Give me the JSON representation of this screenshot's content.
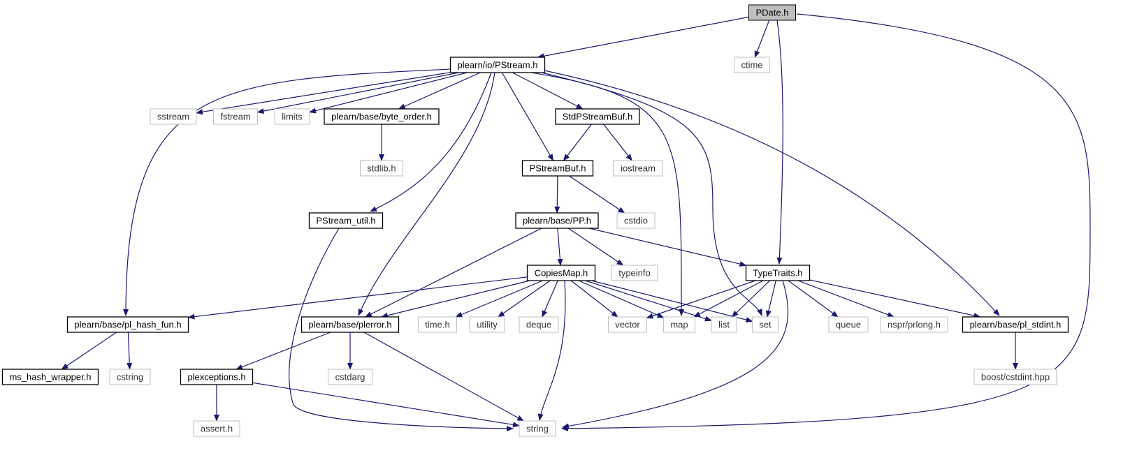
{
  "graph": {
    "colors": {
      "edge": "#191970",
      "root_fill": "#bfbfbf",
      "node_border": "#000000",
      "external_border": "#bfbfbf"
    },
    "nodes": [
      {
        "id": "pdate",
        "label": "PDate.h",
        "kind": "root"
      },
      {
        "id": "pstream",
        "label": "plearn/io/PStream.h",
        "kind": "project"
      },
      {
        "id": "ctime",
        "label": "ctime",
        "kind": "external"
      },
      {
        "id": "sstream",
        "label": "sstream",
        "kind": "external"
      },
      {
        "id": "fstream",
        "label": "fstream",
        "kind": "external"
      },
      {
        "id": "limits",
        "label": "limits",
        "kind": "external"
      },
      {
        "id": "byte_order",
        "label": "plearn/base/byte_order.h",
        "kind": "project"
      },
      {
        "id": "stdpsb",
        "label": "StdPStreamBuf.h",
        "kind": "project"
      },
      {
        "id": "stdlib",
        "label": "stdlib.h",
        "kind": "external"
      },
      {
        "id": "pstreambuf",
        "label": "PStreamBuf.h",
        "kind": "project"
      },
      {
        "id": "iostream",
        "label": "iostream",
        "kind": "external"
      },
      {
        "id": "pstream_util",
        "label": "PStream_util.h",
        "kind": "project"
      },
      {
        "id": "pp",
        "label": "plearn/base/PP.h",
        "kind": "project"
      },
      {
        "id": "cstdio",
        "label": "cstdio",
        "kind": "external"
      },
      {
        "id": "copiesmap",
        "label": "CopiesMap.h",
        "kind": "project"
      },
      {
        "id": "typeinfo",
        "label": "typeinfo",
        "kind": "external"
      },
      {
        "id": "typetraits",
        "label": "TypeTraits.h",
        "kind": "project"
      },
      {
        "id": "hash_fun",
        "label": "plearn/base/pl_hash_fun.h",
        "kind": "project"
      },
      {
        "id": "plerror",
        "label": "plearn/base/plerror.h",
        "kind": "project"
      },
      {
        "id": "time_h",
        "label": "time.h",
        "kind": "external"
      },
      {
        "id": "utility",
        "label": "utility",
        "kind": "external"
      },
      {
        "id": "deque",
        "label": "deque",
        "kind": "external"
      },
      {
        "id": "vector",
        "label": "vector",
        "kind": "external"
      },
      {
        "id": "map",
        "label": "map",
        "kind": "external"
      },
      {
        "id": "list",
        "label": "list",
        "kind": "external"
      },
      {
        "id": "set",
        "label": "set",
        "kind": "external"
      },
      {
        "id": "queue",
        "label": "queue",
        "kind": "external"
      },
      {
        "id": "prlong",
        "label": "nspr/prlong.h",
        "kind": "external"
      },
      {
        "id": "stdint",
        "label": "plearn/base/pl_stdint.h",
        "kind": "project"
      },
      {
        "id": "ms_hash",
        "label": "ms_hash_wrapper.h",
        "kind": "project"
      },
      {
        "id": "cstring",
        "label": "cstring",
        "kind": "external"
      },
      {
        "id": "plexceptions",
        "label": "plexceptions.h",
        "kind": "project"
      },
      {
        "id": "cstdarg",
        "label": "cstdarg",
        "kind": "external"
      },
      {
        "id": "boost_cstdint",
        "label": "boost/cstdint.hpp",
        "kind": "external"
      },
      {
        "id": "assert",
        "label": "assert.h",
        "kind": "external"
      },
      {
        "id": "string",
        "label": "string",
        "kind": "external"
      }
    ],
    "edges": [
      [
        "pdate",
        "pstream"
      ],
      [
        "pdate",
        "ctime"
      ],
      [
        "pdate",
        "typetraits"
      ],
      [
        "pdate",
        "string"
      ],
      [
        "pstream",
        "hash_fun"
      ],
      [
        "pstream",
        "sstream"
      ],
      [
        "pstream",
        "fstream"
      ],
      [
        "pstream",
        "limits"
      ],
      [
        "pstream",
        "byte_order"
      ],
      [
        "pstream",
        "pstream_util"
      ],
      [
        "pstream",
        "plerror"
      ],
      [
        "pstream",
        "pstreambuf"
      ],
      [
        "pstream",
        "stdpsb"
      ],
      [
        "pstream",
        "map"
      ],
      [
        "pstream",
        "set"
      ],
      [
        "pstream",
        "stdint"
      ],
      [
        "byte_order",
        "stdlib"
      ],
      [
        "stdpsb",
        "pstreambuf"
      ],
      [
        "stdpsb",
        "iostream"
      ],
      [
        "pstreambuf",
        "pp"
      ],
      [
        "pstreambuf",
        "cstdio"
      ],
      [
        "pstream_util",
        "string"
      ],
      [
        "pp",
        "plerror"
      ],
      [
        "pp",
        "copiesmap"
      ],
      [
        "pp",
        "typeinfo"
      ],
      [
        "pp",
        "typetraits"
      ],
      [
        "copiesmap",
        "hash_fun"
      ],
      [
        "copiesmap",
        "plerror"
      ],
      [
        "copiesmap",
        "time_h"
      ],
      [
        "copiesmap",
        "utility"
      ],
      [
        "copiesmap",
        "deque"
      ],
      [
        "copiesmap",
        "string"
      ],
      [
        "copiesmap",
        "vector"
      ],
      [
        "copiesmap",
        "map"
      ],
      [
        "copiesmap",
        "list"
      ],
      [
        "copiesmap",
        "set"
      ],
      [
        "typetraits",
        "vector"
      ],
      [
        "typetraits",
        "map"
      ],
      [
        "typetraits",
        "list"
      ],
      [
        "typetraits",
        "set"
      ],
      [
        "typetraits",
        "string"
      ],
      [
        "typetraits",
        "queue"
      ],
      [
        "typetraits",
        "prlong"
      ],
      [
        "typetraits",
        "stdint"
      ],
      [
        "hash_fun",
        "ms_hash"
      ],
      [
        "hash_fun",
        "cstring"
      ],
      [
        "plerror",
        "plexceptions"
      ],
      [
        "plerror",
        "cstdarg"
      ],
      [
        "plerror",
        "string"
      ],
      [
        "stdint",
        "boost_cstdint"
      ],
      [
        "plexceptions",
        "assert"
      ],
      [
        "plexceptions",
        "string"
      ]
    ]
  }
}
